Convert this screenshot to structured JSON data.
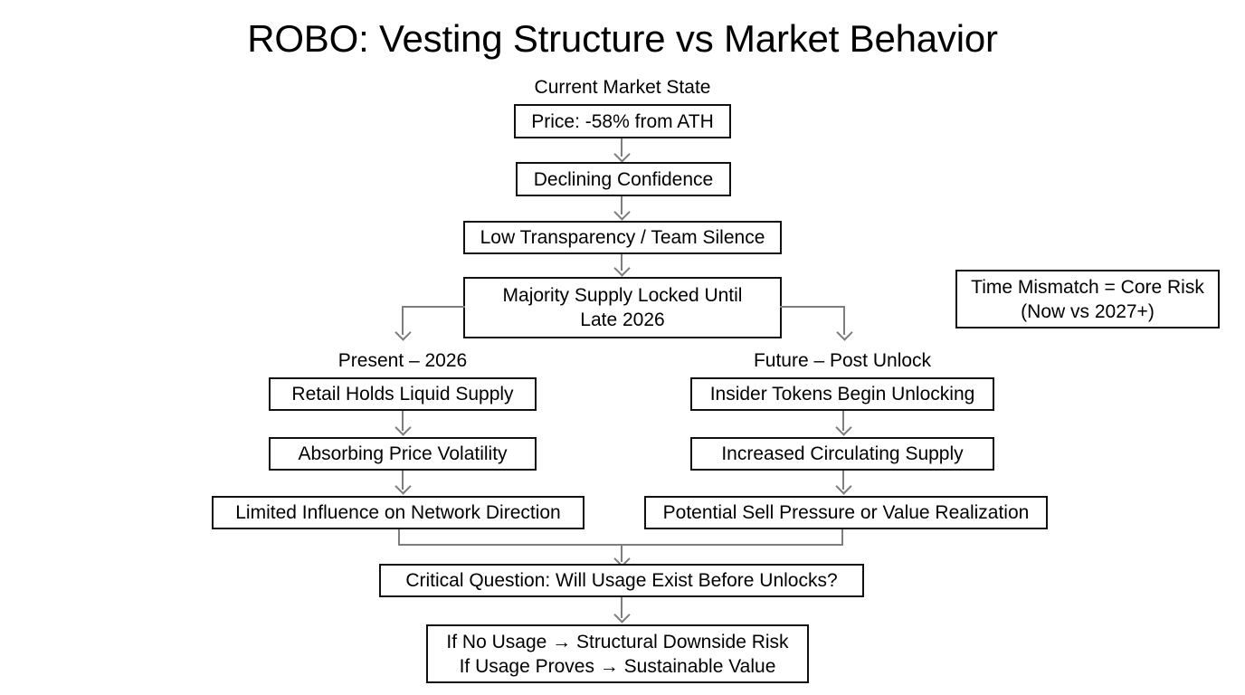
{
  "title": "ROBO: Vesting Structure vs Market Behavior",
  "sections": {
    "current_market_state": "Current Market State",
    "present_2026": "Present – 2026",
    "future_post_unlock": "Future – Post Unlock"
  },
  "nodes": {
    "price": "Price: -58% from ATH",
    "declining_confidence": "Declining Confidence",
    "low_transparency": "Low Transparency / Team Silence",
    "majority_supply": "Majority Supply Locked Until\nLate 2026",
    "time_mismatch": "Time Mismatch = Core Risk\n(Now vs 2027+)",
    "retail_holds": "Retail Holds Liquid Supply",
    "absorbing_volatility": "Absorbing Price Volatility",
    "limited_influence": "Limited Influence on Network Direction",
    "insider_tokens": "Insider Tokens Begin Unlocking",
    "increased_supply": "Increased Circulating Supply",
    "potential_sell_pressure": "Potential Sell Pressure or Value Realization",
    "critical_question": "Critical Question: Will Usage Exist Before Unlocks?",
    "outcome": "If No Usage → Structural Downside Risk\nIf Usage Proves → Sustainable Value"
  },
  "colors": {
    "background": "#ffffff",
    "text": "#000000",
    "node_border": "#111111",
    "connector": "#7d7d7d"
  }
}
